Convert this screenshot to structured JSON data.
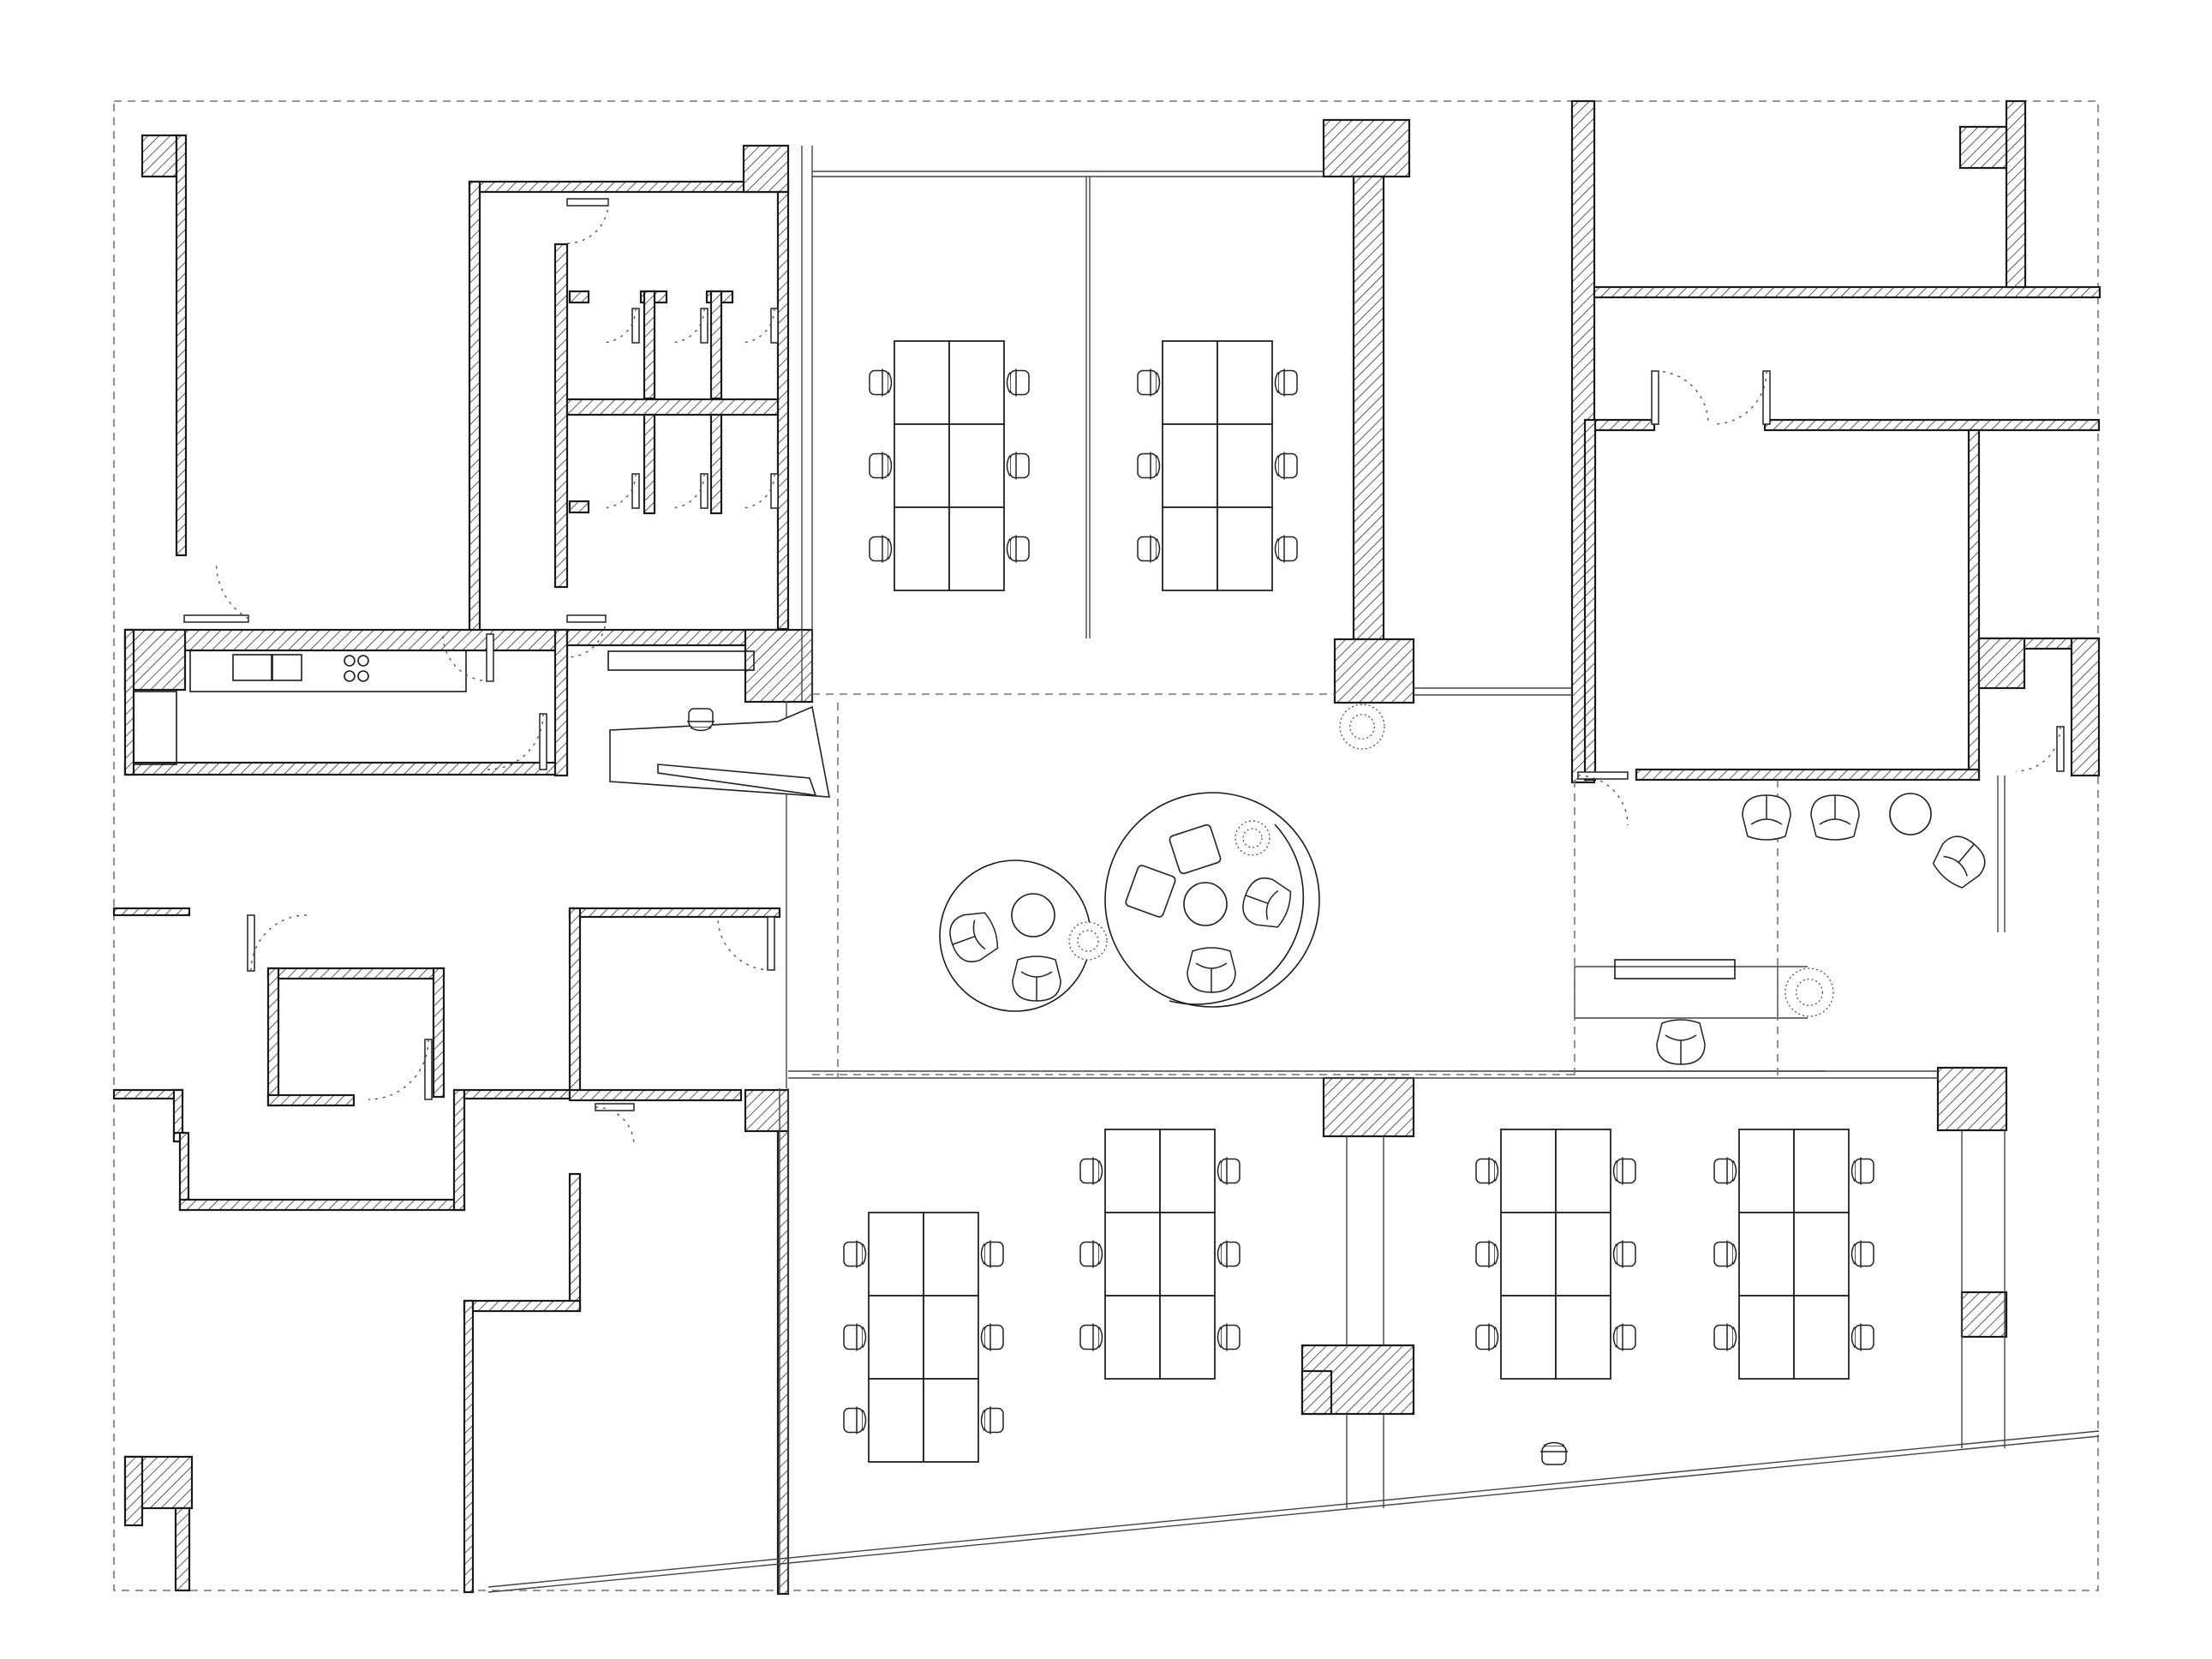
{
  "drawing": {
    "kind": "architectural-floor-plan",
    "view": "office-layout",
    "colors": {
      "line": "#1a1a1a",
      "background": "#ffffff",
      "dashed_boundary": "#777777"
    }
  },
  "symbols": {
    "wall": "hatched-wall",
    "desk": "desk-cluster-icon",
    "chair": "chair-icon",
    "door": "door-swing-icon",
    "plant": "plant-icon",
    "table": "round-table-icon"
  },
  "desk_clusters": [
    {
      "id": "a",
      "rows": 3,
      "cols": 2
    },
    {
      "id": "b",
      "rows": 3,
      "cols": 2
    },
    {
      "id": "c",
      "rows": 3,
      "cols": 2
    },
    {
      "id": "d",
      "rows": 3,
      "cols": 2
    },
    {
      "id": "e",
      "rows": 3,
      "cols": 2
    },
    {
      "id": "f",
      "rows": 3,
      "cols": 2
    }
  ]
}
